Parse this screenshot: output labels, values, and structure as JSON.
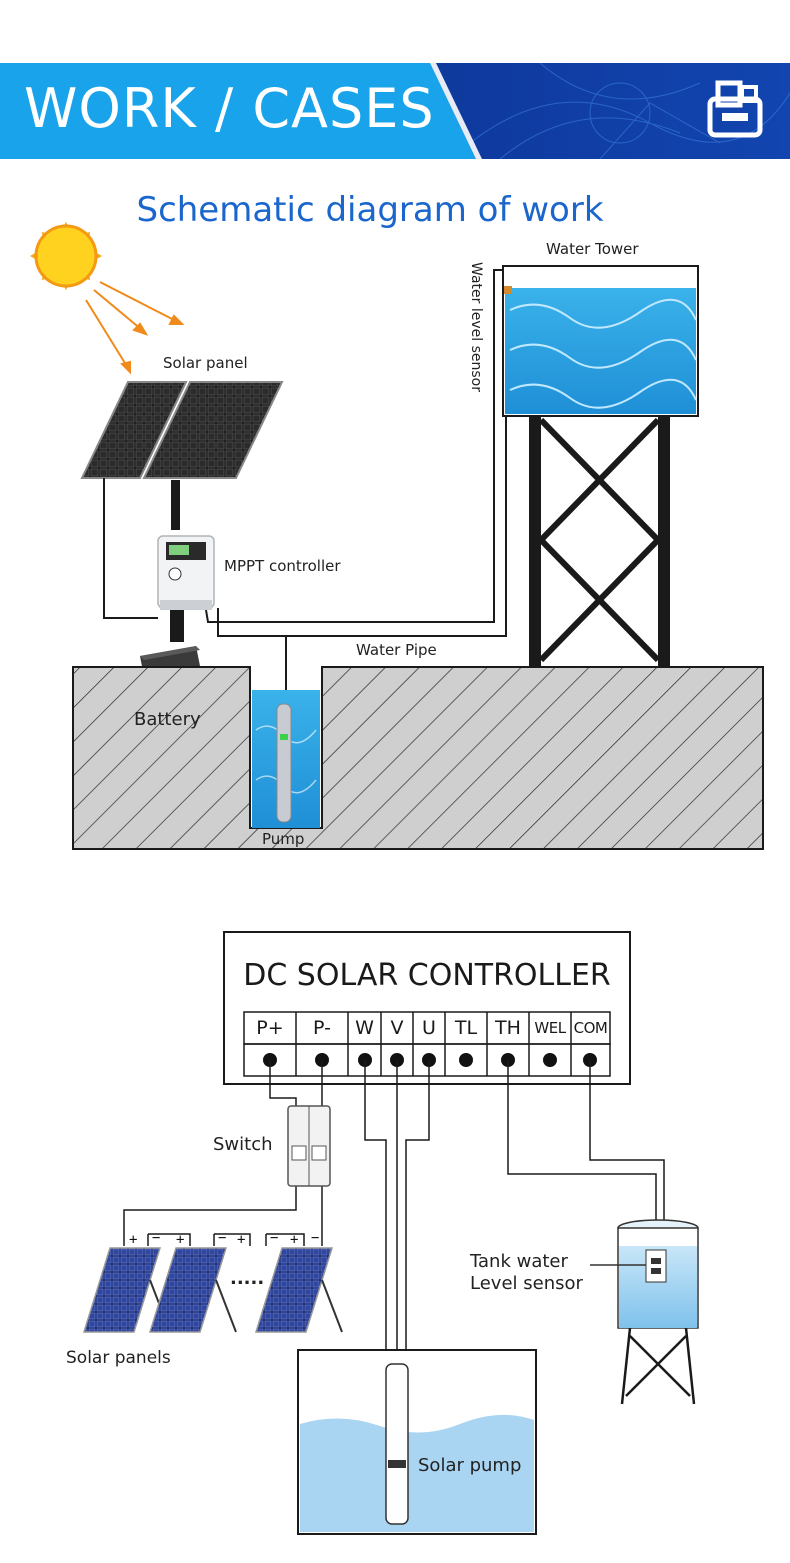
{
  "banner": {
    "title": "WORK / CASES",
    "icon": "printer-icon",
    "accent_color": "#18a3ea",
    "dark_color": "#0b2f8f"
  },
  "section_title": "Schematic diagram of work",
  "diagram1": {
    "labels": {
      "solar_panel": "Solar panel",
      "mppt_controller": "MPPT controller",
      "battery": "Battery",
      "pump": "Pump",
      "water_pipe": "Water Pipe",
      "water_tower": "Water Tower",
      "water_level_sensor": "Water level sensor"
    }
  },
  "diagram2": {
    "controller_title": "DC SOLAR CONTROLLER",
    "terminals": [
      "P+",
      "P-",
      "W",
      "V",
      "U",
      "TL",
      "TH",
      "WEL",
      "COM"
    ],
    "labels": {
      "switch": "Switch",
      "solar_panels": "Solar panels",
      "tank_sensor_line1": "Tank water",
      "tank_sensor_line2": "Level sensor",
      "solar_pump": "Solar pump",
      "ellipsis": "....."
    },
    "polarity_signs": [
      "+",
      "−",
      "+",
      "−",
      "+",
      "−",
      "+",
      "−"
    ]
  }
}
